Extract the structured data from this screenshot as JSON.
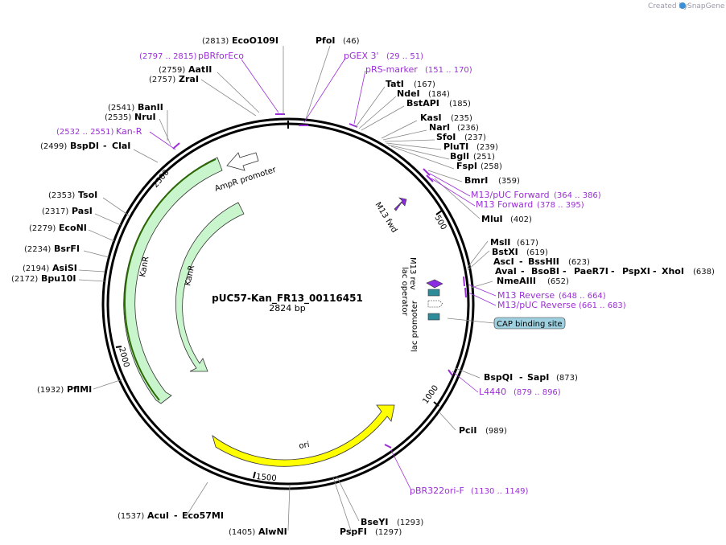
{
  "watermark": {
    "created_by": "Created by",
    "brand": "SnapGene"
  },
  "plasmid": {
    "name": "pUC57-Kan_FR13_00116451",
    "length": "2824 bp"
  },
  "colors": {
    "feature_fill": "#c8f5cc",
    "feature_stroke": "#333333",
    "ori": "#ffff00",
    "primer": "#9b2fd6",
    "cap": "#9fd0df"
  },
  "ticks": [
    "500",
    "1000",
    "1500",
    "2000",
    "2500"
  ],
  "enzymes": [
    {
      "pos": "(2813)",
      "name": "EcoO109I"
    },
    {
      "pos": "(46)",
      "name": "PfoI"
    },
    {
      "pos": "(2759)",
      "name": "AatII"
    },
    {
      "pos": "(2757)",
      "name": "ZraI"
    },
    {
      "pos": "(167)",
      "name": "TatI"
    },
    {
      "pos": "(184)",
      "name": "NdeI"
    },
    {
      "pos": "(185)",
      "name": "BstAPI"
    },
    {
      "pos": "(2541)",
      "name": "BanII"
    },
    {
      "pos": "(2535)",
      "name": "NruI"
    },
    {
      "pos": "(235)",
      "name": "KasI"
    },
    {
      "pos": "(236)",
      "name": "NarI"
    },
    {
      "pos": "(237)",
      "name": "SfoI"
    },
    {
      "pos": "(2499)",
      "name": "BspDI"
    },
    {
      "pos": "",
      "name": "ClaI"
    },
    {
      "pos": "(239)",
      "name": "PluTI"
    },
    {
      "pos": "(251)",
      "name": "BglI"
    },
    {
      "pos": "(258)",
      "name": "FspI"
    },
    {
      "pos": "(359)",
      "name": "BmrI"
    },
    {
      "pos": "(2353)",
      "name": "TsoI"
    },
    {
      "pos": "(2317)",
      "name": "PasI"
    },
    {
      "pos": "(402)",
      "name": "MluI"
    },
    {
      "pos": "(2279)",
      "name": "EcoNI"
    },
    {
      "pos": "(2234)",
      "name": "BsrFI"
    },
    {
      "pos": "(617)",
      "name": "MslI"
    },
    {
      "pos": "(619)",
      "name": "BstXI"
    },
    {
      "pos": "(2194)",
      "name": "AsiSI"
    },
    {
      "pos": "(2172)",
      "name": "Bpu10I"
    },
    {
      "pos": "",
      "name": "AscI"
    },
    {
      "pos": "(623)",
      "name": "BssHII"
    },
    {
      "pos": "",
      "name": "AvaI"
    },
    {
      "pos": "",
      "name": "BsoBI"
    },
    {
      "pos": "",
      "name": "PaeR7I"
    },
    {
      "pos": "",
      "name": "PspXI"
    },
    {
      "pos": "(638)",
      "name": "XhoI"
    },
    {
      "pos": "(652)",
      "name": "NmeAIII"
    },
    {
      "pos": "",
      "name": "BspQI"
    },
    {
      "pos": "(873)",
      "name": "SapI"
    },
    {
      "pos": "(1932)",
      "name": "PflMI"
    },
    {
      "pos": "(989)",
      "name": "PciI"
    },
    {
      "pos": "(1293)",
      "name": "BseYI"
    },
    {
      "pos": "(1297)",
      "name": "PspFI"
    },
    {
      "pos": "(1537)",
      "name": "AcuI"
    },
    {
      "pos": "",
      "name": "Eco57MI"
    },
    {
      "pos": "(1405)",
      "name": "AlwNI"
    }
  ],
  "primers": [
    {
      "name": "pBRforEco",
      "range": "(2797 .. 2815)"
    },
    {
      "name": "pGEX 3'",
      "range": "(29 .. 51)"
    },
    {
      "name": "pRS-marker",
      "range": "(151 .. 170)"
    },
    {
      "name": "Kan-R",
      "range": "(2532 .. 2551)"
    },
    {
      "name": "M13/pUC Forward",
      "range": "(364 .. 386)"
    },
    {
      "name": "M13 Forward",
      "range": "(378 .. 395)"
    },
    {
      "name": "M13 Reverse",
      "range": "(648 .. 664)"
    },
    {
      "name": "M13/pUC Reverse",
      "range": "(661 .. 683)"
    },
    {
      "name": "L4440",
      "range": "(879 .. 896)"
    },
    {
      "name": "pBR322ori-F",
      "range": "(1130 .. 1149)"
    }
  ],
  "features": {
    "ampr_promoter": "AmpR promoter",
    "kanr_outer": "KanR",
    "kanr_inner": "KanR",
    "ori": "ori",
    "m13_fwd": "M13 fwd",
    "m13_rev": "M13 rev",
    "lac_operator": "lac operator",
    "lac_promoter": "lac promoter",
    "cap_site": "CAP binding site"
  }
}
